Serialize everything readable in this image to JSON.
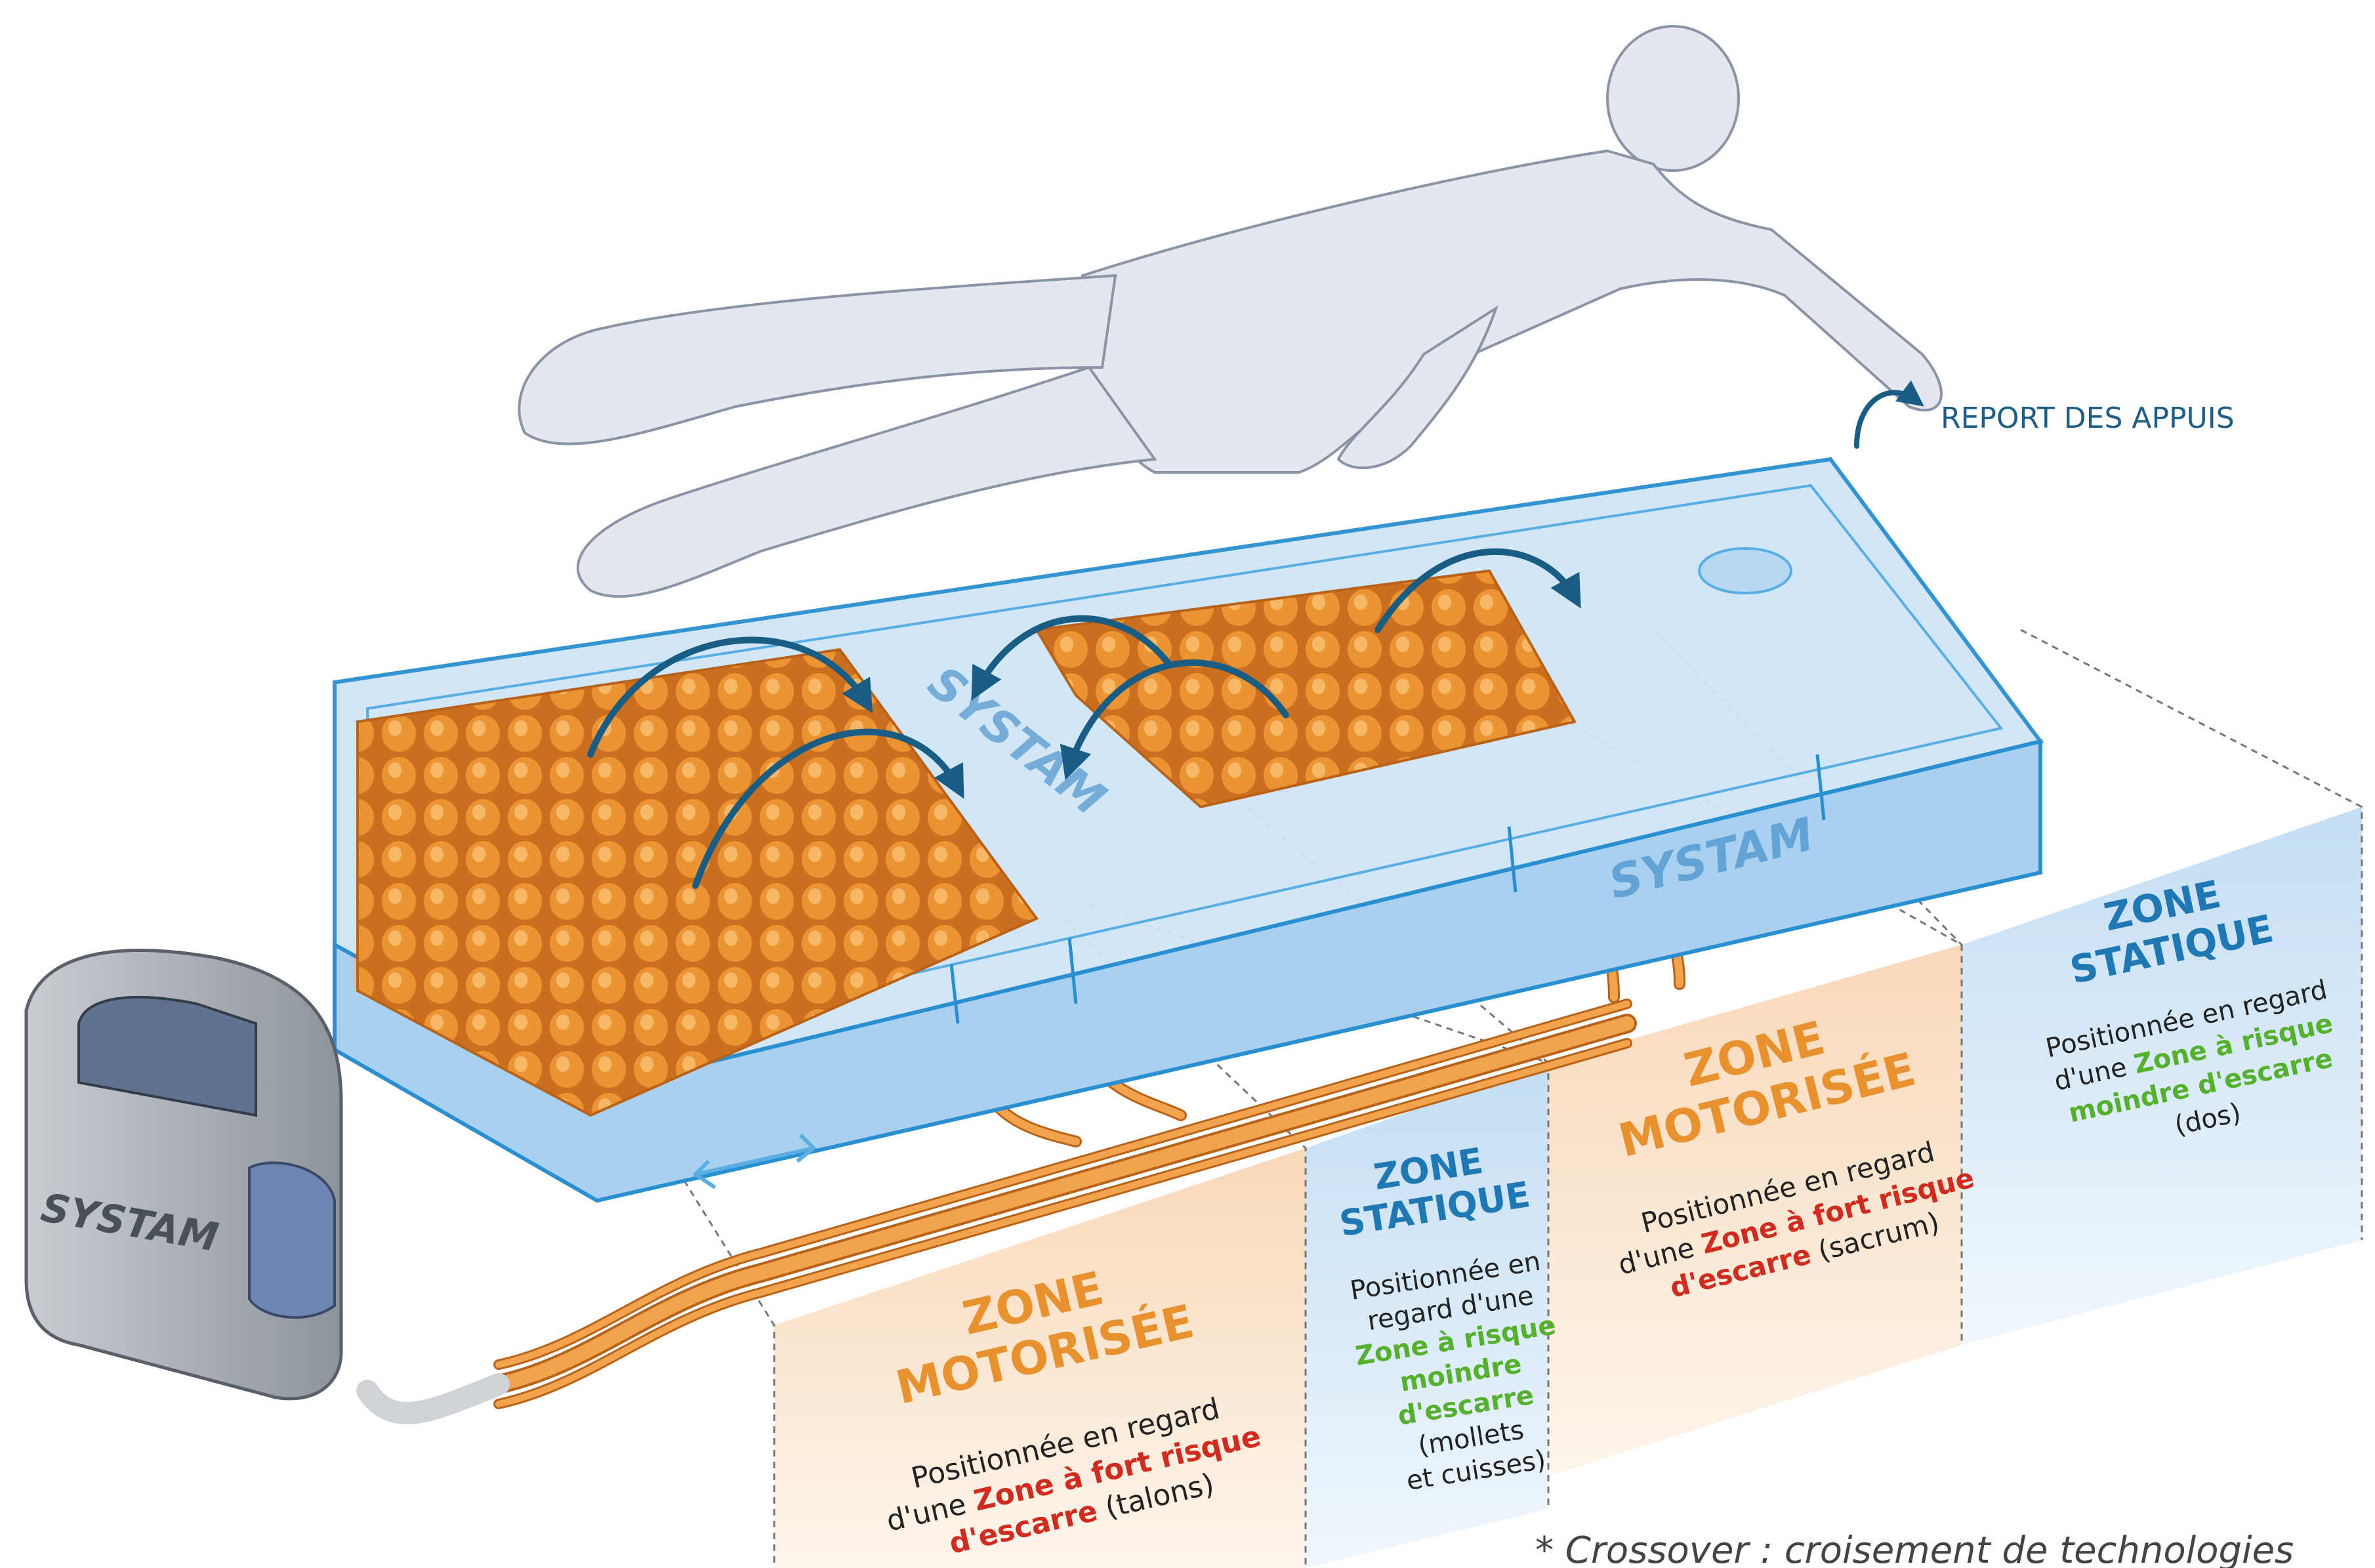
{
  "colors": {
    "mattress_fill": "#cfe6f7",
    "mattress_edge": "#2a8fd0",
    "cell_orange": "#e8902c",
    "cell_dark": "#b9631a",
    "motor_zone_bg": "#fbe8d3",
    "static_zone_bg": "#dcecf8",
    "orange_title": "#e8922f",
    "blue_title": "#1f78b4",
    "red_emphasis": "#d12b1f",
    "green_emphasis": "#55b02e",
    "arrow_navy": "#1a5d84",
    "body_fill": "#e4e7ee",
    "body_stroke": "#8a94a6",
    "pump_grey": "#9aa1a8"
  },
  "legend": {
    "icon": "curved-arrow-icon",
    "label": "REPORT DES APPUIS"
  },
  "brand": {
    "logo_text": "SYSTAM"
  },
  "zones": [
    {
      "id": "motor-heels",
      "kind": "motor",
      "title_lines": [
        "ZONE",
        "MOTORISÉE"
      ],
      "pre": "Positionnée en regard",
      "pre2": "d'une ",
      "emph": "Zone à fort risque",
      "emph2": "d'escarre",
      "post": " (talons)"
    },
    {
      "id": "static-calves",
      "kind": "static",
      "title_lines": [
        "ZONE",
        "STATIQUE"
      ],
      "lines": [
        "Positionnée en",
        "regard d'une"
      ],
      "emph_lines": [
        "Zone à risque",
        "moindre",
        "d'escarre"
      ],
      "post_lines": [
        "(mollets",
        "et cuisses)"
      ]
    },
    {
      "id": "motor-sacrum",
      "kind": "motor",
      "title_lines": [
        "ZONE",
        "MOTORISÉE"
      ],
      "pre": "Positionnée en regard",
      "pre2": "d'une ",
      "emph": "Zone à fort risque",
      "emph2": "d'escarre",
      "post": " (sacrum)"
    },
    {
      "id": "static-back",
      "kind": "static",
      "title_lines": [
        "ZONE",
        "STATIQUE"
      ],
      "pre": "Positionnée en regard",
      "pre2": "d'une ",
      "emph": "Zone à risque",
      "emph2": "moindre d'escarre",
      "post": "(dos)"
    }
  ],
  "footnote": "* Crossover : croisement de technologies"
}
